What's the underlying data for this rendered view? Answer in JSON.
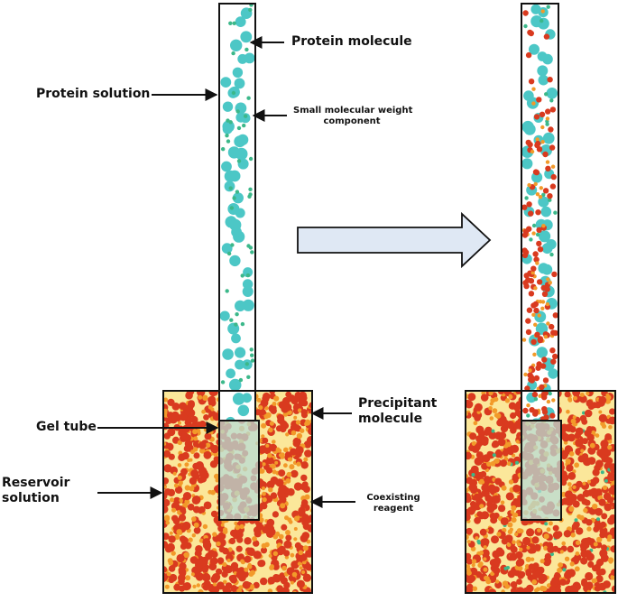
{
  "labels": {
    "protein_molecule": "Protein molecule",
    "protein_solution": "Protein solution",
    "small_mw_line1": "Small molecular weight",
    "small_mw_line2": "component",
    "precipitant_line1": "Precipitant",
    "precipitant_line2": "molecule",
    "gel_tube": "Gel tube",
    "reservoir_line1": "Reservoir",
    "reservoir_line2": "solution",
    "coexisting_line1": "Coexisting",
    "coexisting_line2": "reagent"
  },
  "colors": {
    "protein": "#4cc7c6",
    "small_component": "#3cb88a",
    "precipitant": "#d93a1f",
    "coexisting_reagent": "#f29a2a",
    "reservoir_bg": "#fbe79a",
    "gel_fill": "#b8dcd6",
    "arrow_fill": "#dfe8f4",
    "outline": "#111111"
  },
  "panels": [
    {
      "id": "before",
      "state": "protein solution separated from reservoir by gel"
    },
    {
      "id": "after",
      "state": "precipitant diffused into protein solution"
    }
  ]
}
